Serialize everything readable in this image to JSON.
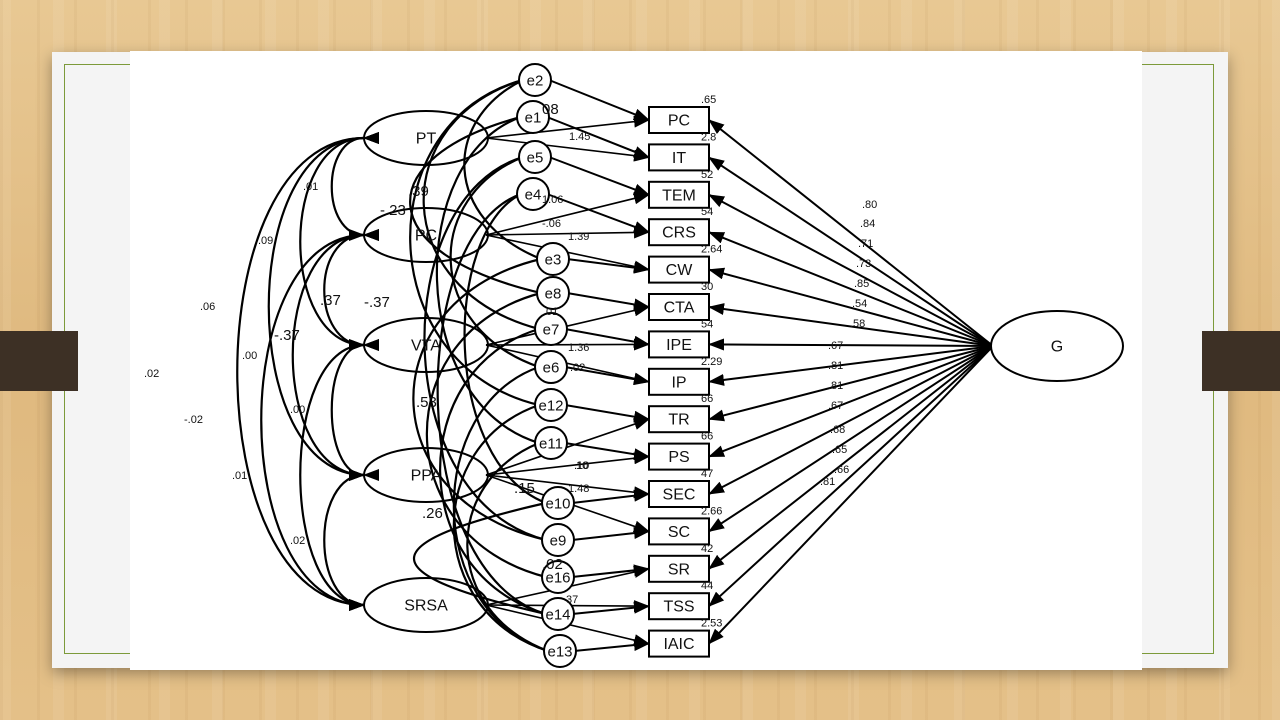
{
  "observed": [
    "PC",
    "IT",
    "TEM",
    "CRS",
    "CW",
    "CTA",
    "IPE",
    "IP",
    "TR",
    "PS",
    "SEC",
    "SC",
    "SR",
    "TSS",
    "IAIC"
  ],
  "factors": [
    "PT",
    "PC",
    "VTA",
    "PPA",
    "SRSA"
  ],
  "general_factor": "G",
  "errors": [
    "e2",
    "e1",
    "e5",
    "e4",
    "e3",
    "e8",
    "e7",
    "e6",
    "e12",
    "e11",
    "e10",
    "e9",
    "e16",
    "e14",
    "e13"
  ],
  "g_loadings": [
    ".80",
    ".84",
    ".71",
    ".73",
    ".85",
    ".54",
    ".58",
    ".67",
    ".81",
    ".81",
    ".67",
    ".68",
    ".65",
    ".66",
    ".81"
  ],
  "r_squared": [
    ".65",
    "2.8",
    "52",
    "54",
    "2.64",
    "30",
    "54",
    "2.29",
    "66",
    "66",
    "47",
    "2.66",
    "42",
    "44",
    "2.53"
  ],
  "factor_loadings": [
    "08",
    "1.45",
    "1.06",
    "-.06",
    "1.39",
    "01",
    "1.36",
    ".02",
    "10",
    "1.48",
    "37"
  ],
  "factor_correlations": [
    ".01",
    ".09",
    ".06",
    ".00",
    ".02",
    "-.02",
    ".01",
    ".00",
    ".02",
    "-.37"
  ],
  "large_values": [
    ".39",
    "-.23",
    ".37",
    "-.37",
    ".53",
    ".26",
    ".02",
    ".15",
    ".10"
  ]
}
